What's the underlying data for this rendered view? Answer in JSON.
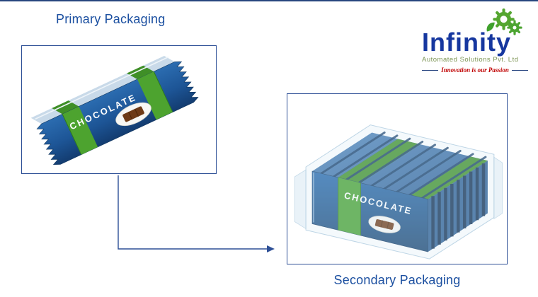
{
  "labels": {
    "primary": "Primary Packaging",
    "secondary": "Secondary Packaging"
  },
  "product": {
    "wrapper_text": "CHOCOLATE"
  },
  "logo": {
    "name": "Infinity",
    "subtitle": "Automated Solutions Pvt. Ltd",
    "tagline": "Innovation is our Passion"
  },
  "colors": {
    "heading_blue": "#1b4fa0",
    "wrapper_blue": "#1e5a9c",
    "wrapper_green": "#4aa22e",
    "logo_blue": "#16379f",
    "logo_green": "#55a630",
    "tagline_red": "#c00000",
    "panel_border": "#2d4f96"
  }
}
